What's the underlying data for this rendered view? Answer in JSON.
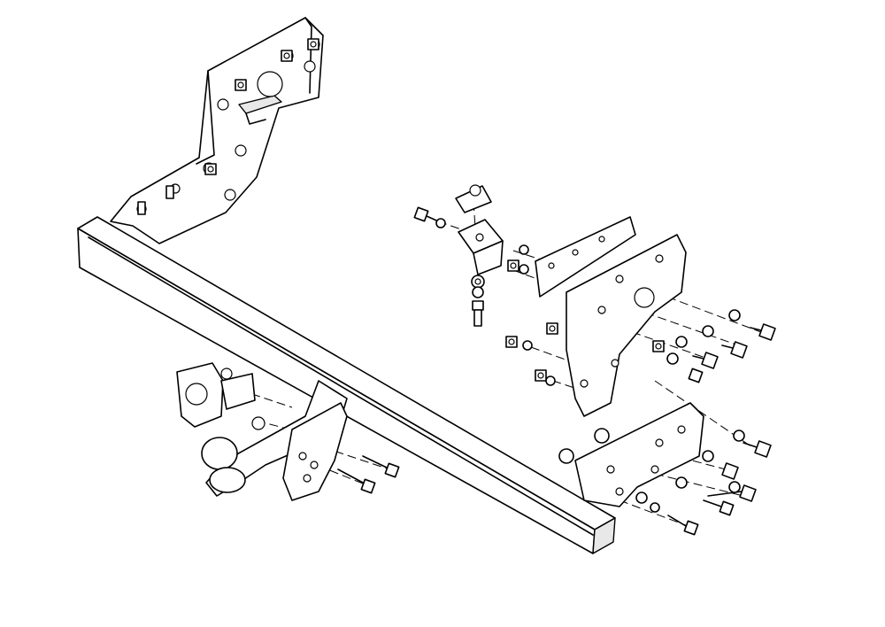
{
  "diagram": {
    "kind": "exploded-assembly",
    "text": [],
    "colors": {
      "line": "#000000",
      "fill": "#ffffff",
      "shade": "#e8e8e8"
    },
    "parts": [
      "crossbar",
      "left-bracket",
      "right-bracket",
      "right-side-plate",
      "lower-right-plate",
      "tow-ball",
      "socket-plate",
      "small-angle-bracket"
    ]
  }
}
